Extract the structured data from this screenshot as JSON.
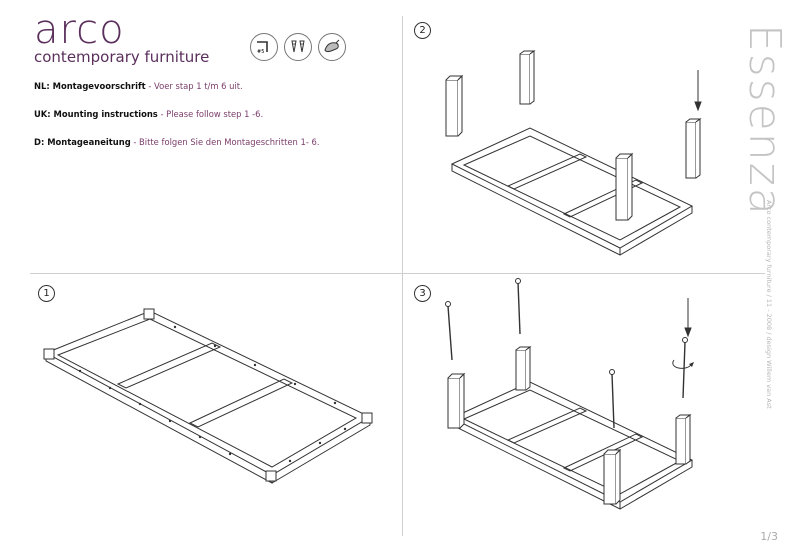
{
  "brand": {
    "name": "arco",
    "tagline": "contemporary furniture"
  },
  "tools": [
    {
      "icon": "hex-key-icon",
      "label": "#5"
    },
    {
      "icon": "screws-icon",
      "label": ""
    },
    {
      "icon": "hand-tighten-icon",
      "label": ""
    }
  ],
  "instructions": [
    {
      "lang": "NL: Montagevoorschrift",
      "sep": " - ",
      "text": "Voer stap 1 t/m 6 uit."
    },
    {
      "lang": "UK: Mounting instructions",
      "sep": " - ",
      "text": "Please follow step 1 -6."
    },
    {
      "lang": "D: Montageaneitung",
      "sep": " - ",
      "text": "Bitte folgen Sie den Montageschritten 1- 6."
    }
  ],
  "steps": [
    {
      "number": "1"
    },
    {
      "number": "2"
    },
    {
      "number": "3"
    }
  ],
  "product": {
    "title": "Essenza",
    "credit": "Arco contemporary furniture / 11 - 2008 / design Willem van Ast"
  },
  "page": {
    "number": "1/3"
  },
  "colors": {
    "brand": "#5a2f5c",
    "text_accent": "#7a3d6a",
    "line": "#333333",
    "divider": "#cfcfcf"
  }
}
